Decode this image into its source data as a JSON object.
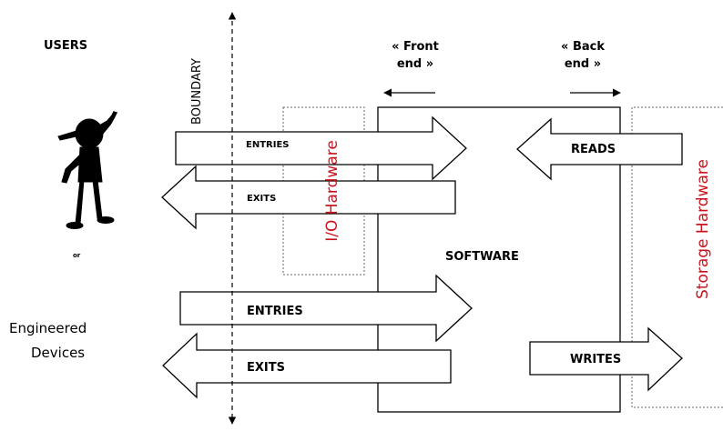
{
  "actors": {
    "users": "USERS",
    "or": "or",
    "devices_line1": "Engineered",
    "devices_line2": "Devices"
  },
  "boundary": "BOUNDARY",
  "front_end": {
    "line1": "« Front",
    "line2": "end »"
  },
  "back_end": {
    "line1": "« Back",
    "line2": "end »"
  },
  "software": "SOFTWARE",
  "io_hardware": "I/O Hardware",
  "storage_hardware": "Storage Hardware",
  "flows": {
    "user_entries": "ENTRIES",
    "user_exits": "EXITS",
    "device_entries": "ENTRIES",
    "device_exits": "EXITS",
    "reads": "READS",
    "writes": "WRITES"
  },
  "colors": {
    "hardware_label": "#c8141e",
    "stroke": "#000000",
    "background": "#ffffff"
  },
  "icons": {
    "user": "stick-figure-user-icon"
  }
}
